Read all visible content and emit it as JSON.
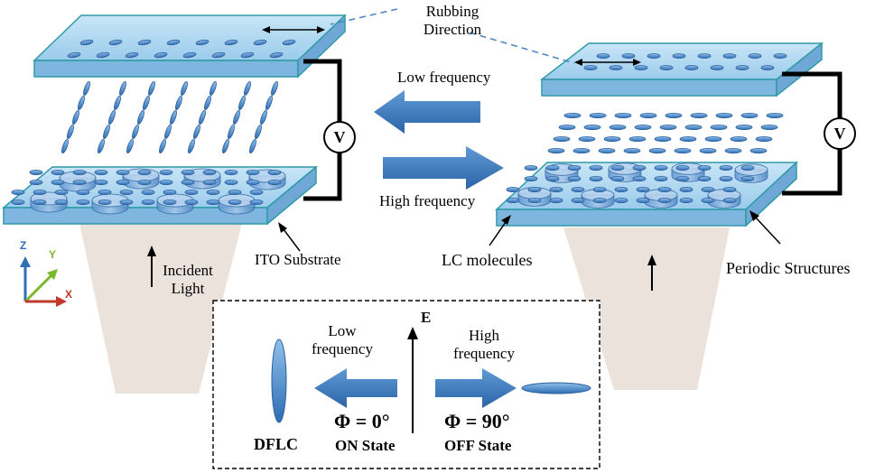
{
  "labels": {
    "rubbing_direction_line1": "Rubbing",
    "rubbing_direction_line2": "Direction",
    "low_frequency": "Low frequency",
    "high_frequency": "High frequency",
    "voltage_left": "V",
    "voltage_right": "V",
    "ito_substrate": "ITO Substrate",
    "lc_molecules": "LC molecules",
    "periodic_structures": "Periodic Structures",
    "incident_light_line1": "Incident",
    "incident_light_line2": "Light",
    "axis_z": "Z",
    "axis_y": "Y",
    "axis_x": "X"
  },
  "inset": {
    "low_line1": "Low",
    "low_line2": "frequency",
    "high_line1": "High",
    "high_line2": "frequency",
    "field": "E",
    "phi_on": "Φ = 0°",
    "phi_off": "Φ = 90°",
    "dflc": "DFLC",
    "on_state": "ON State",
    "off_state": "OFF State"
  },
  "colors": {
    "glass": "#a9d3ee",
    "glass_edge": "#2f9aa8",
    "molecule": "#3f7fc3",
    "arrow": "#3b74b6",
    "light_cone": "#e9ddd6",
    "axis_z": "#2e6fb5",
    "axis_y": "#78b82a",
    "axis_x": "#c0392b"
  }
}
